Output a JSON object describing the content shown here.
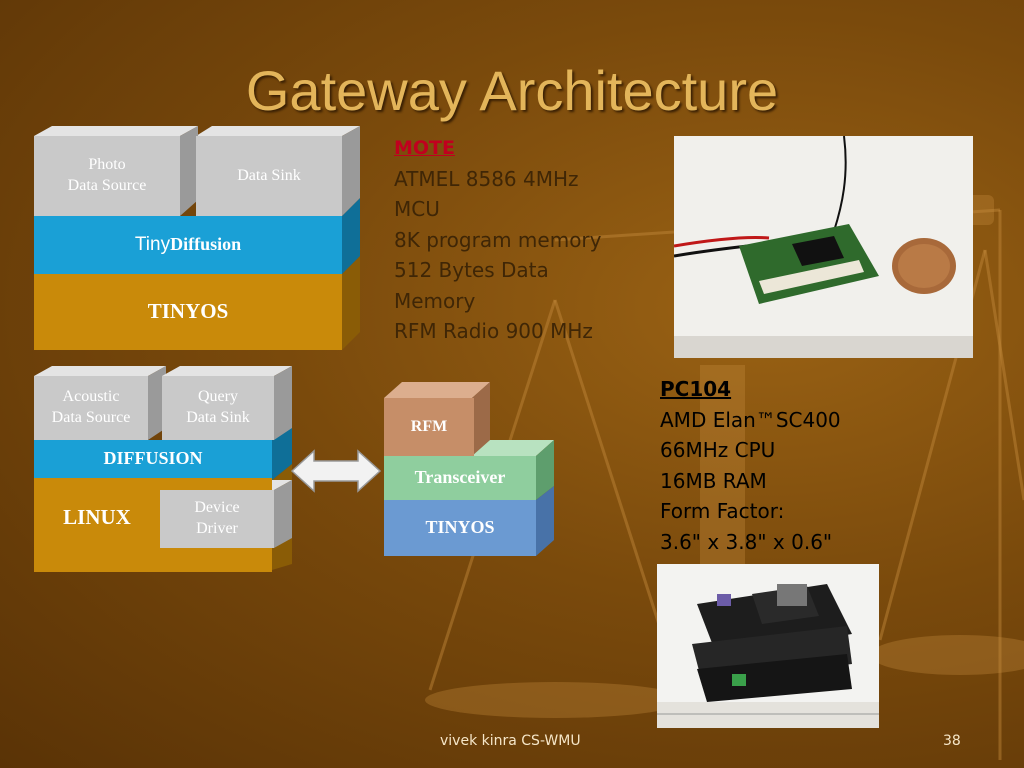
{
  "title": "Gateway Architecture",
  "stack1": {
    "photo_source": [
      "Photo",
      "Data Source"
    ],
    "data_sink": "Data Sink",
    "tiny_prefix": "Tiny",
    "tiny_suffix": "Diffusion",
    "tinyos": "TINYOS"
  },
  "stack2": {
    "acoustic": [
      "Acoustic",
      "Data Source"
    ],
    "query": [
      "Query",
      "Data Sink"
    ],
    "diffusion": "DIFFUSION",
    "linux": "LINUX",
    "device_driver": [
      "Device",
      "Driver"
    ]
  },
  "stack3": {
    "rfm": "RFM",
    "transceiver": "Transceiver",
    "tinyos": "TINYOS"
  },
  "mote": {
    "heading": "MOTE",
    "lines": [
      "ATMEL 8586 4MHz",
      "MCU",
      "8K program memory",
      "512 Bytes Data",
      "Memory",
      "RFM Radio 900 MHz"
    ]
  },
  "pc104": {
    "heading": "PC104",
    "lines": [
      "AMD Elan™SC400",
      "66MHz CPU",
      "16MB RAM",
      "Form Factor:",
      "3.6\"  x  3.8\"  x  0.6\""
    ]
  },
  "footer": {
    "author": "vivek kinra CS-WMU",
    "page": "38"
  },
  "colors": {
    "tinyos_gold": "#c98a0a",
    "diffusion_blue": "#1aa0d6",
    "grey": "#c9c9c9",
    "rfm_brown": "#c68e68",
    "transceiver_green": "#8fce9e",
    "tinyos_blue": "#6b9ad2"
  }
}
